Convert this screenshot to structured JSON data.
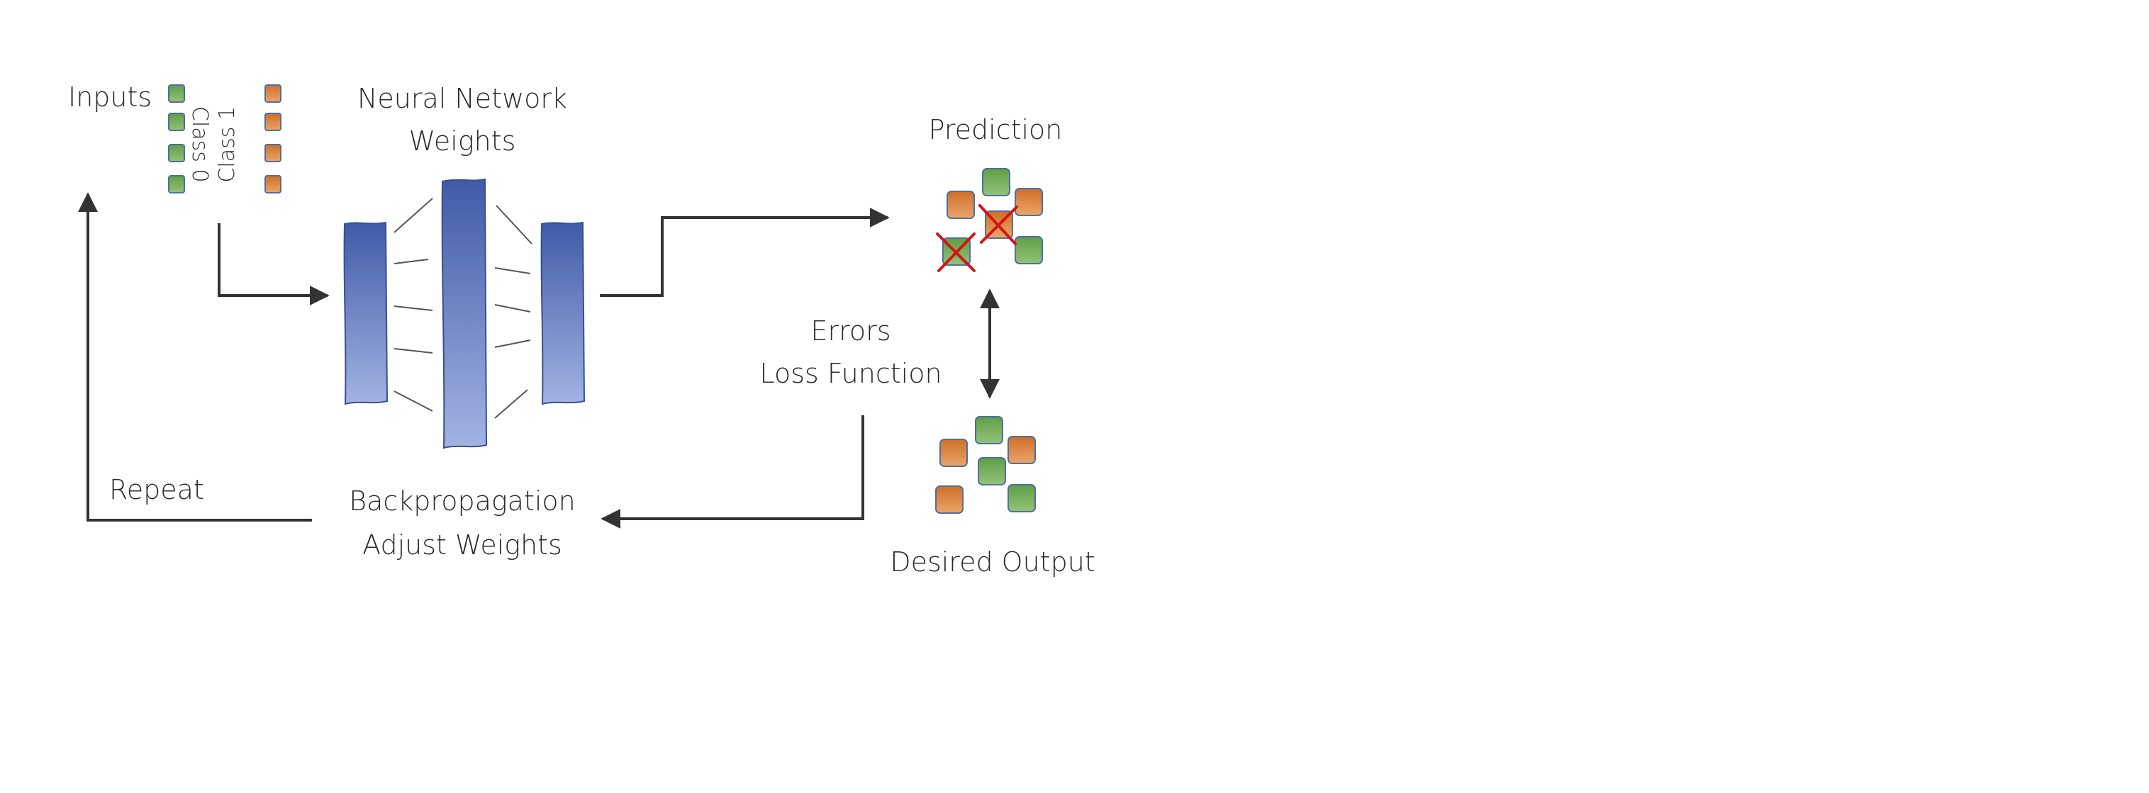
{
  "labels": {
    "inputs": "Inputs",
    "class0": "Class 0",
    "class1": "Class 1",
    "nn_line1": "Neural Network",
    "nn_line2": "Weights",
    "prediction": "Prediction",
    "errors_line1": "Errors",
    "errors_line2": "Loss Function",
    "desired_output": "Desired Output",
    "backprop_line1": "Backpropagation",
    "backprop_line2": "Adjust Weights",
    "repeat": "Repeat"
  },
  "colors": {
    "green": "#6aa84f",
    "orange": "#d9823b",
    "blue_top": "#3f5aa8",
    "blue_bottom": "#9fb0e0",
    "arrow": "#333333",
    "cross": "#d41515",
    "connector": "#555555"
  }
}
